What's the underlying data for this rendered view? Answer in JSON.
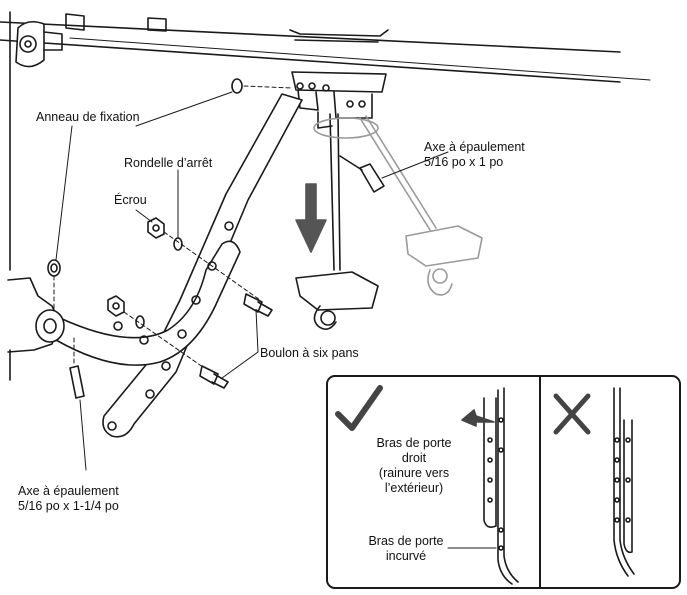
{
  "labels": {
    "anneau": "Anneau de fixation",
    "rondelle": "Rondelle d’arrêt",
    "ecrou": "Écrou",
    "axe_top_1": "Axe à épaulement",
    "axe_top_2": "5/16 po x 1 po",
    "boulon": "Boulon à six pans",
    "axe_bot_1": "Axe à épaulement",
    "axe_bot_2": "5/16 po x 1-1/4 po"
  },
  "inset": {
    "droit_1": "Bras de porte",
    "droit_2": "droit",
    "droit_3": "(rainure vers",
    "droit_4": "l’extérieur)",
    "incurve_1": "Bras de porte",
    "incurve_2": "incurvé",
    "correct_symbol": "check-mark",
    "wrong_symbol": "x-mark"
  },
  "colors": {
    "line": "#1a1a1a",
    "ghost": "#9a9a9a",
    "arrow": "#555555",
    "inset_mark": "#444444"
  }
}
